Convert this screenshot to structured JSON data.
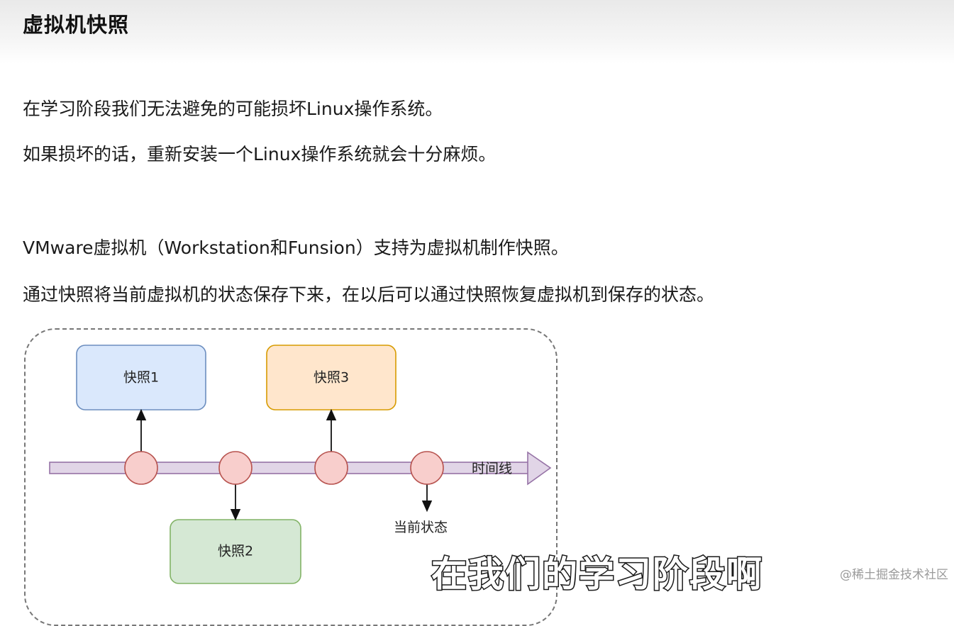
{
  "page": {
    "title": "虚拟机快照",
    "paragraphs": [
      "在学习阶段我们无法避免的可能损坏Linux操作系统。",
      "如果损坏的话，重新安装一个Linux操作系统就会十分麻烦。",
      "VMware虚拟机（Workstation和Funsion）支持为虚拟机制作快照。",
      "通过快照将当前虚拟机的状态保存下来，在以后可以通过快照恢复虚拟机到保存的状态。"
    ]
  },
  "diagram": {
    "snapshot1": "快照1",
    "snapshot2": "快照2",
    "snapshot3": "快照3",
    "timeline_label": "时间线",
    "current_state_label": "当前状态",
    "colors": {
      "snapshot1_fill": "#dae8fc",
      "snapshot1_stroke": "#6c8ebf",
      "snapshot2_fill": "#d5e8d4",
      "snapshot2_stroke": "#82b366",
      "snapshot3_fill": "#ffe6cc",
      "snapshot3_stroke": "#d79b00",
      "timeline_fill": "#e1d5e7",
      "timeline_stroke": "#9673a6",
      "point_fill": "#f8cecc",
      "point_stroke": "#b85450"
    }
  },
  "subtitle": "在我们的学习阶段啊",
  "watermark": "@稀土掘金技术社区"
}
